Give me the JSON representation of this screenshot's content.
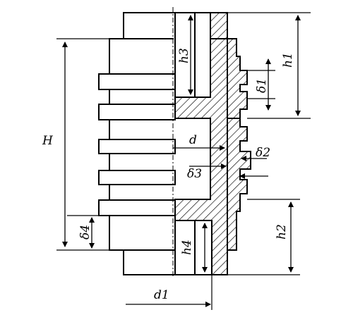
{
  "labels": {
    "H": "H",
    "h1": "h1",
    "h2": "h2",
    "h3": "h3",
    "h4": "h4",
    "d": "d",
    "d1": "d1",
    "delta1": "δ1",
    "delta2": "δ2",
    "delta3": "δ3",
    "delta4": "δ4"
  }
}
